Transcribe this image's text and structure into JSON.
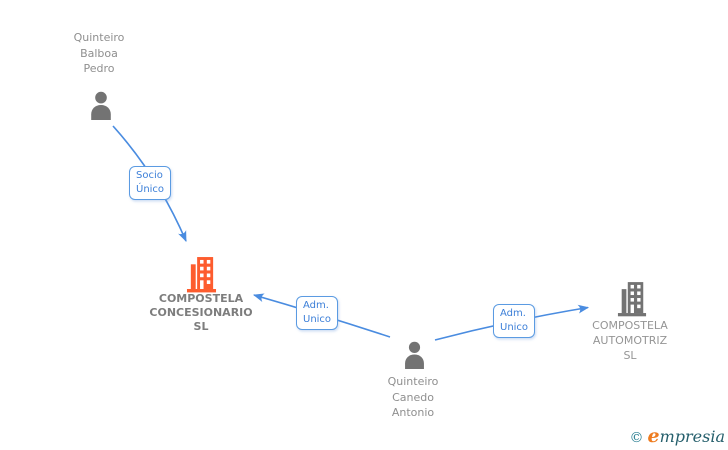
{
  "theme": {
    "canvas-bg": "#ffffff",
    "accent-blue": "#4a8ce0",
    "label-border-blue": "#5b9be2",
    "label-text-blue": "#3c7fd8",
    "icon-gray": "#737373",
    "company-highlight-orange": "#fd5c2e",
    "person-name-gray": "#8f8f8f",
    "company-primary-gray": "#7d7d7d",
    "company-secondary-gray": "#959595",
    "copyright-teal": "#2a7f92",
    "brand-orange": "#ee7b1f",
    "brand-teal": "#255f6c"
  },
  "diagram": {
    "nodes": [
      {
        "id": "person-1",
        "type": "person",
        "label": "Quinteiro Balboa Pedro",
        "lines": [
          "Quinteiro",
          "Balboa",
          "Pedro"
        ]
      },
      {
        "id": "company-1",
        "type": "company",
        "highlighted": true,
        "label": "COMPOSTELA CONCESIONARIO SL",
        "lines": [
          "COMPOSTELA",
          "CONCESIONARIO",
          "SL"
        ]
      },
      {
        "id": "person-2",
        "type": "person",
        "label": "Quinteiro Canedo Antonio",
        "lines": [
          "Quinteiro",
          "Canedo",
          "Antonio"
        ]
      },
      {
        "id": "company-2",
        "type": "company",
        "highlighted": false,
        "label": "COMPOSTELA AUTOMOTRIZ SL",
        "lines": [
          "COMPOSTELA",
          "AUTOMOTRIZ",
          "SL"
        ]
      }
    ],
    "edges": [
      {
        "from": "person-1",
        "to": "company-1",
        "label": "Socio Único",
        "lines": [
          "Socio",
          "Único"
        ]
      },
      {
        "from": "person-2",
        "to": "company-1",
        "label": "Adm. Unico",
        "lines": [
          "Adm.",
          "Unico"
        ]
      },
      {
        "from": "person-2",
        "to": "company-2",
        "label": "Adm. Unico",
        "lines": [
          "Adm.",
          "Unico"
        ]
      }
    ],
    "watermark": {
      "copyright_symbol": "©",
      "brand_first_letter": "e",
      "brand_rest": "mpresia"
    }
  }
}
